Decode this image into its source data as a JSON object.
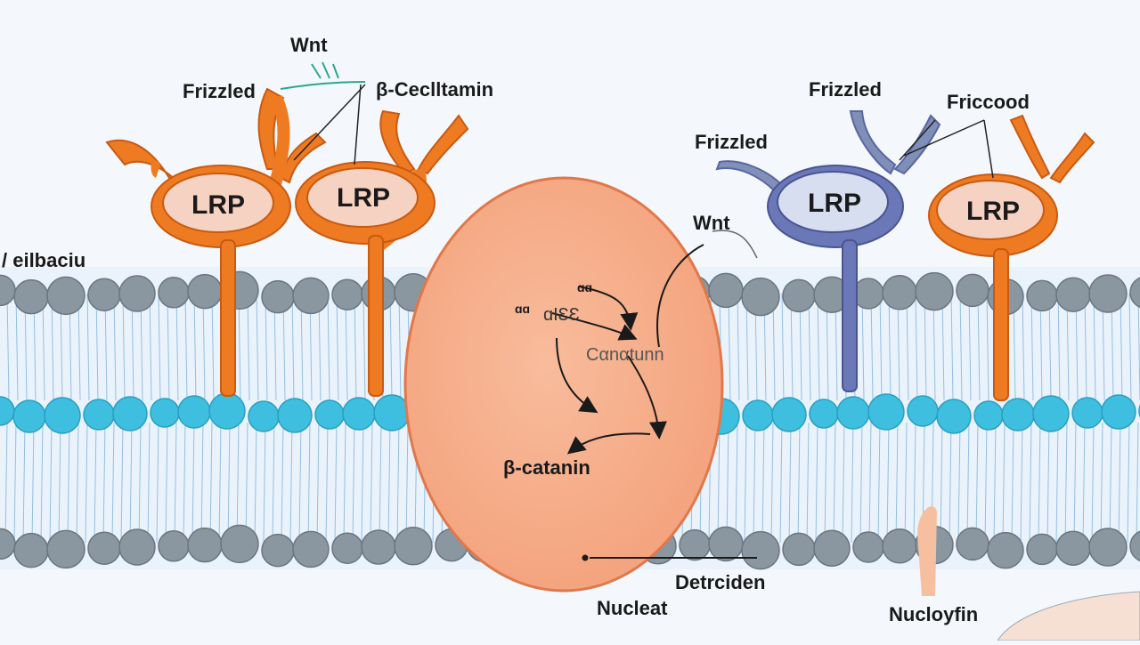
{
  "labels": {
    "wnt_top": "Wnt",
    "frizzled_left": "Frizzled",
    "beta_catenin_top": "β-Ceclltamin",
    "frizzled_right_top": "Frizzled",
    "friccood": "Friccood",
    "frizzled_right": "Frizzled",
    "wnt_right": "Wnt",
    "membrane": "/ eilbaciu",
    "lrp_1": "LRP",
    "lrp_2": "LRP",
    "lrp_3": "LRP",
    "lrp_4": "LRP",
    "small_1": "ɑɑ",
    "small_2": "ɑɑ",
    "small_3": "ɑIƐƐ",
    "inner_label": "Cαnαtunn",
    "beta_catenin": "β-catanin",
    "detriciden": "Detrciden",
    "nucleat": "Nucleat",
    "nuclogfin": "Nucloyfin"
  },
  "colors": {
    "orange": "#ee7b22",
    "orange_dark": "#c85a12",
    "lrp_fill": "#f6d2c2",
    "nucleus": "#f6b08c",
    "nucleus_stroke": "#e0784a",
    "blue_receptor": "#6b78b8",
    "lrp_blue_fill": "#d6def0",
    "head_gray": "#8a96a0",
    "head_cyan": "#3fbfe0",
    "tail": "#5b9bd5"
  }
}
